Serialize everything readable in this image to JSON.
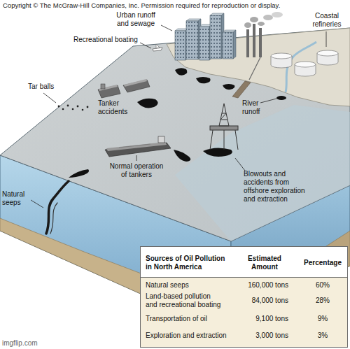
{
  "diagram": {
    "labels": [
      "Copyright © The McGraw-Hill Companies, Inc. Permission required for reproduction or display.",
      "Urban runoff and sewage",
      "Coastal refineries",
      "Recreational boating",
      "Tar balls",
      "Tanker accidents",
      "River runoff",
      "Normal operation of tankers",
      "Blowouts and accidents from offshore exploration and extraction",
      "Natural seeps",
      "Sources of Oil Pollution in North America",
      "Estimated Amount",
      "Percentage",
      "Natural seeps",
      "160,000 tons",
      "60%",
      "Land-based pollution and recreational boating",
      "84,000 tons",
      "28%",
      "Transportation of oil",
      "9,100 tons",
      "9%",
      "Exploration and extraction",
      "3,000 tons",
      "3%",
      "imgflip.com"
    ]
  }
}
